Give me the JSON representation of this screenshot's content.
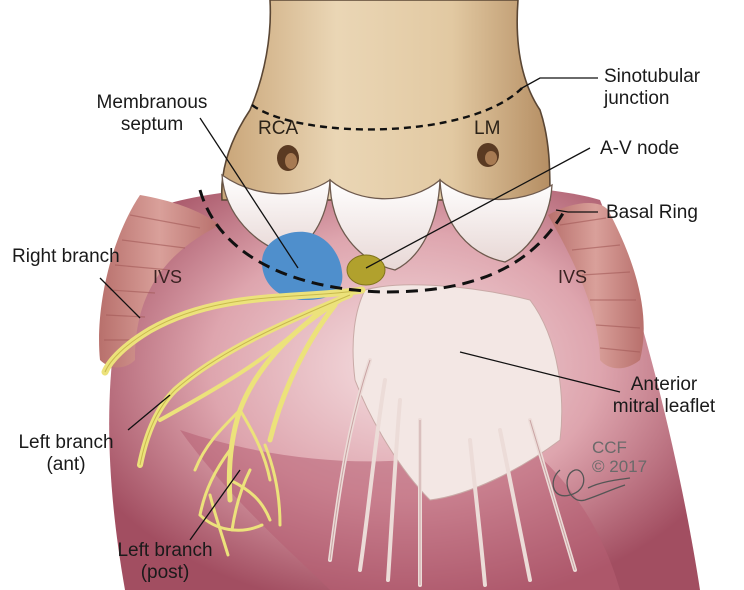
{
  "labels": {
    "membranous_septum": [
      "Membranous",
      "septum"
    ],
    "sinotubular_junction": [
      "Sinotubular",
      "junction"
    ],
    "av_node": "A-V node",
    "basal_ring": "Basal Ring",
    "right_branch": "Right branch",
    "anterior_mitral_leaflet": [
      "Anterior",
      "mitral leaflet"
    ],
    "left_branch_ant": [
      "Left branch",
      "(ant)"
    ],
    "left_branch_post": [
      "Left branch",
      "(post)"
    ],
    "rca": "RCA",
    "lm": "LM",
    "ivs_left": "IVS",
    "ivs_right": "IVS"
  },
  "credit": {
    "org": "CCF",
    "year": "© 2017",
    "signature": "Pangrace"
  },
  "colors": {
    "aorta": "#e7d3b2",
    "ventricle": "#c97f8d",
    "septum_muscle": "#c98c84",
    "membranous_septum": "#4f8fcc",
    "av_node": "#b1a12d",
    "conduction": "#ece27b",
    "leaflet": "#f2e5e1"
  }
}
